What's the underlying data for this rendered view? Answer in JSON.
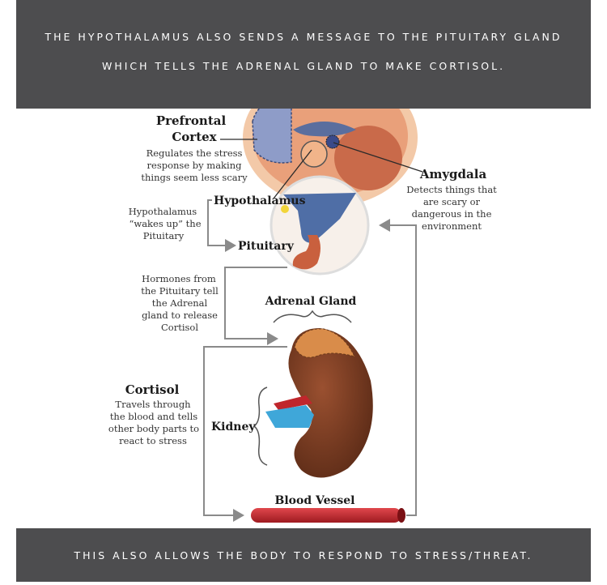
{
  "banner_top": {
    "line1": "THE HYPOTHALAMUS ALSO SENDS A MESSAGE TO THE PITUITARY GLAND",
    "line2": "WHICH TELLS THE ADRENAL GLAND TO MAKE CORTISOL."
  },
  "banner_bottom": {
    "text": "THIS ALSO ALLOWS THE BODY TO RESPOND TO STRESS/THREAT."
  },
  "labels": {
    "prefrontal_title_1": "Prefrontal",
    "prefrontal_title_2": "Cortex",
    "prefrontal_desc": [
      "Regulates the stress",
      "response by making",
      "things seem less scary"
    ],
    "amygdala_title": "Amygdala",
    "amygdala_desc": [
      "Detects things that",
      "are scary or",
      "dangerous in the",
      "environment"
    ],
    "hypothalamus": "Hypothalamus",
    "hypothalamus_desc": [
      "Hypothalamus",
      "“wakes up” the",
      "Pituitary"
    ],
    "pituitary": "Pituitary",
    "hormones_desc": [
      "Hormones from",
      "the Pituitary tell",
      "the Adrenal",
      "gland to release",
      "Cortisol"
    ],
    "adrenal_gland": "Adrenal Gland",
    "cortisol_title": "Cortisol",
    "cortisol_desc": [
      "Travels through",
      "the blood and tells",
      "other body parts to",
      "react to stress"
    ],
    "kidney": "Kidney",
    "blood_vessel": "Blood Vessel"
  },
  "colors": {
    "banner": "#4d4d4f",
    "brain_outer": "#e9a07a",
    "brain_inner": "#c96a4a",
    "ventricle": "#5a6e9e",
    "adrenal": "#d98c4a",
    "kidney": "#7a3b22",
    "vessel": "#c0262c",
    "vein": "#3fa7d9",
    "line": "#8a8a8a"
  }
}
